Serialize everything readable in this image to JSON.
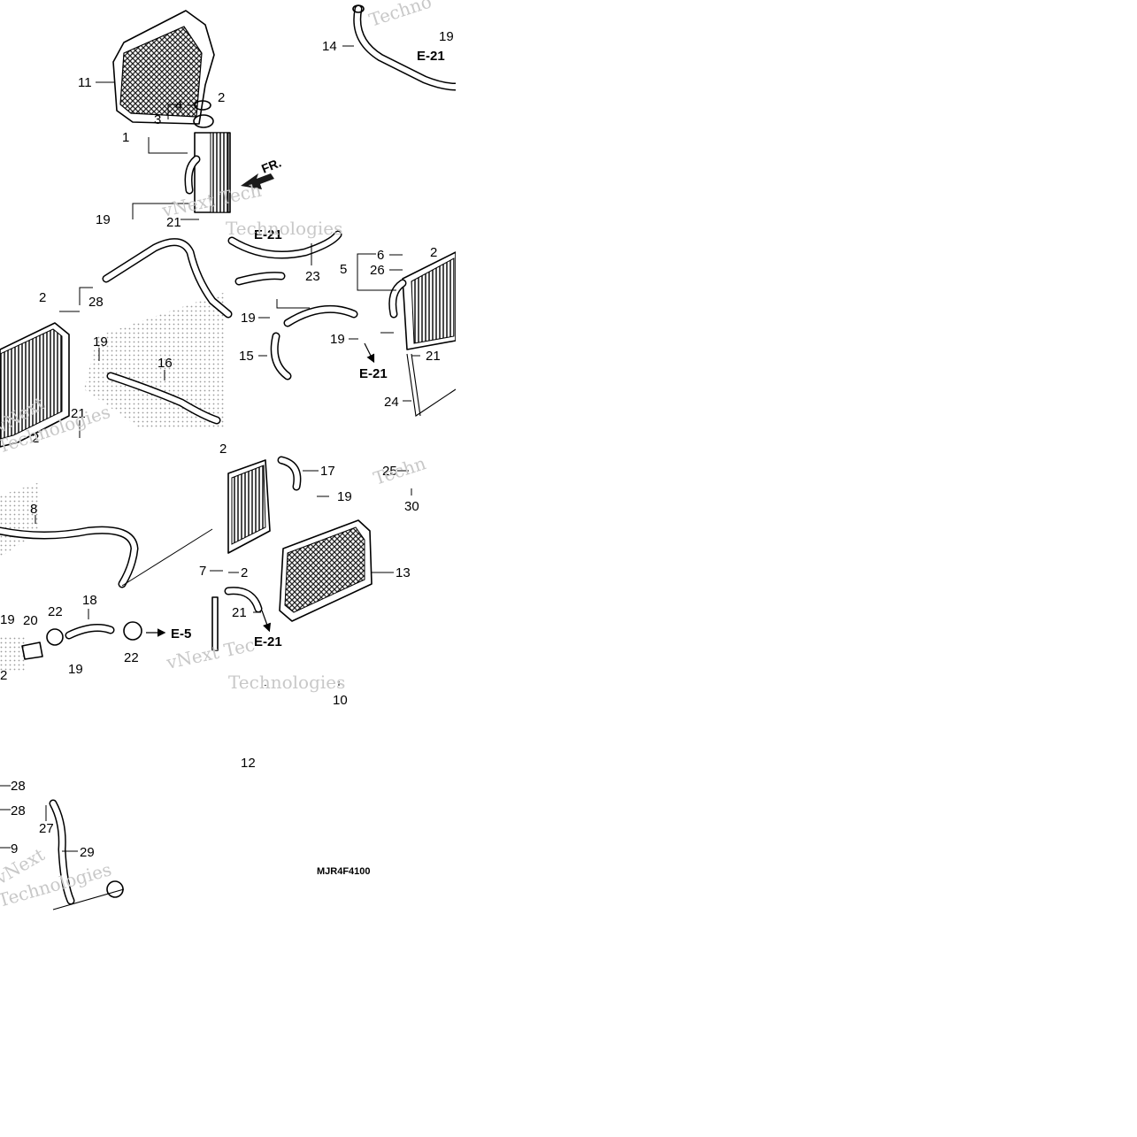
{
  "diagram": {
    "code": "MJR4F4100",
    "direction_marker": "FR.",
    "watermarks": [
      {
        "text": "Techno"
      },
      {
        "text": "vNext Tech"
      },
      {
        "text": "vNext"
      },
      {
        "text": "Technologies"
      },
      {
        "text": "Technologies"
      },
      {
        "text": "Techn"
      },
      {
        "text": "vNext Tec"
      },
      {
        "text": "Technologies"
      },
      {
        "text": "vNext"
      },
      {
        "text": "Technologies"
      }
    ],
    "parts": [
      {
        "label": "1"
      },
      {
        "label": "2"
      },
      {
        "label": "3"
      },
      {
        "label": "4"
      },
      {
        "label": "11"
      },
      {
        "label": "14"
      },
      {
        "label": "19"
      },
      {
        "label": "19"
      },
      {
        "label": "21"
      },
      {
        "label": "2"
      },
      {
        "label": "28"
      },
      {
        "label": "19"
      },
      {
        "label": "16"
      },
      {
        "label": "21"
      },
      {
        "label": "2"
      },
      {
        "label": "23"
      },
      {
        "label": "6"
      },
      {
        "label": "2"
      },
      {
        "label": "5"
      },
      {
        "label": "26"
      },
      {
        "label": "19"
      },
      {
        "label": "19"
      },
      {
        "label": "15"
      },
      {
        "label": "21"
      },
      {
        "label": "24"
      },
      {
        "label": "8"
      },
      {
        "label": "19"
      },
      {
        "label": "20"
      },
      {
        "label": "22"
      },
      {
        "label": "18"
      },
      {
        "label": "22"
      },
      {
        "label": "19"
      },
      {
        "label": "2"
      },
      {
        "label": "2"
      },
      {
        "label": "17"
      },
      {
        "label": "19"
      },
      {
        "label": "25"
      },
      {
        "label": "30"
      },
      {
        "label": "13"
      },
      {
        "label": "7"
      },
      {
        "label": "2"
      },
      {
        "label": "21"
      },
      {
        "label": "10"
      },
      {
        "label": "12"
      },
      {
        "label": "28"
      },
      {
        "label": "28"
      },
      {
        "label": "27"
      },
      {
        "label": "29"
      },
      {
        "label": "9"
      }
    ],
    "references": [
      {
        "label": "E-21"
      },
      {
        "label": "E-21"
      },
      {
        "label": "E-21"
      },
      {
        "label": "E-21"
      },
      {
        "label": "E-5"
      }
    ]
  }
}
